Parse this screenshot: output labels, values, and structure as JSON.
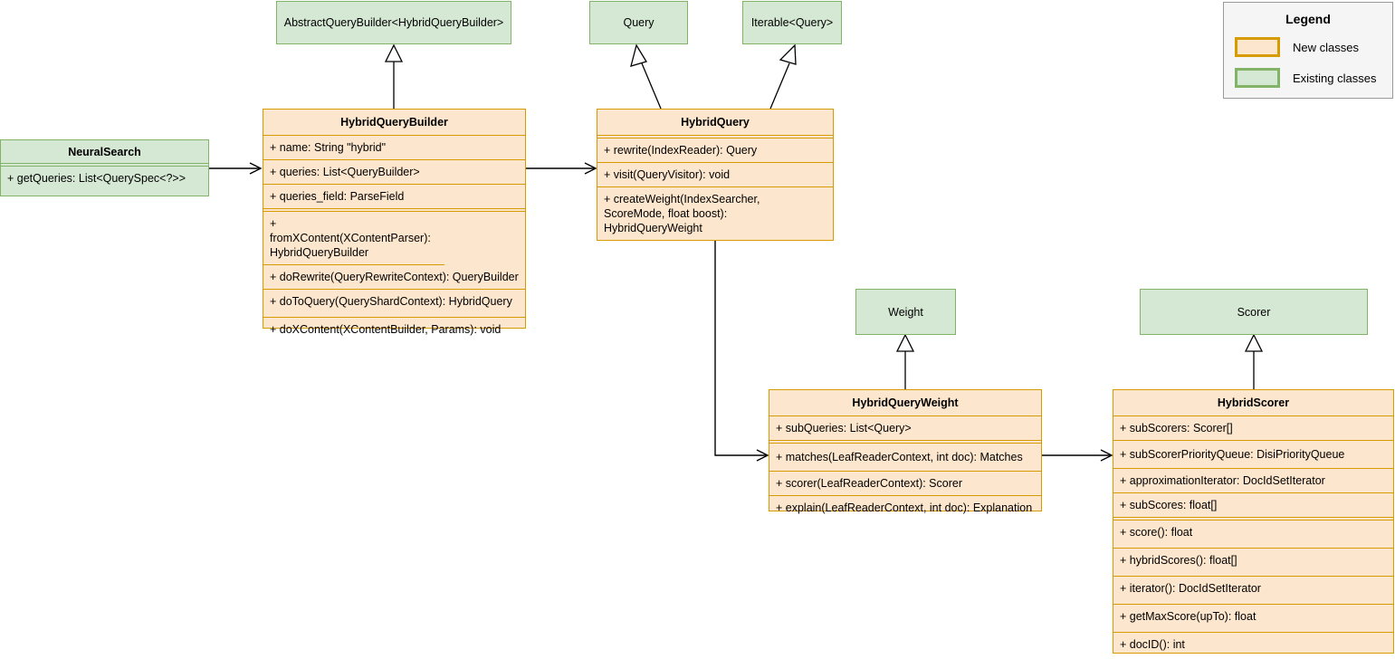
{
  "diagram": {
    "title": "Hybrid Query UML class diagram",
    "colors": {
      "new_fill": "#fce6cd",
      "new_border": "#d79b00",
      "existing_fill": "#d5e8d4",
      "existing_border": "#82b366",
      "legend_bg": "#f5f5f5",
      "legend_border": "#999999",
      "edge": "#000000"
    }
  },
  "legend": {
    "title": "Legend",
    "items": [
      {
        "label": "New classes",
        "swatch": "new-classes-swatch"
      },
      {
        "label": "Existing classes",
        "swatch": "existing-classes-swatch"
      }
    ]
  },
  "classes": {
    "abstract_query_builder": {
      "name": "AbstractQueryBuilder<HybridQueryBuilder>",
      "kind": "existing"
    },
    "query": {
      "name": "Query",
      "kind": "existing"
    },
    "iterable_query": {
      "name": "Iterable<Query>",
      "kind": "existing"
    },
    "weight": {
      "name": "Weight",
      "kind": "existing"
    },
    "scorer": {
      "name": "Scorer",
      "kind": "existing"
    },
    "neural_search": {
      "name": "NeuralSearch",
      "kind": "existing",
      "attributes": [],
      "methods": [
        "+ getQueries: List<QuerySpec<?>>"
      ]
    },
    "hybrid_query_builder": {
      "name": "HybridQueryBuilder",
      "kind": "new",
      "attributes": [
        "+ name: String \"hybrid\"",
        "+ queries: List<QueryBuilder>",
        "+ queries_field: ParseField"
      ],
      "methods": [
        "+ fromXContent(XContentParser): HybridQueryBuilder",
        "+ doRewrite(QueryRewriteContext): QueryBuilder",
        "+ doToQuery(QueryShardContext): HybridQuery",
        "+ doXContent(XContentBuilder, Params): void"
      ]
    },
    "hybrid_query": {
      "name": "HybridQuery",
      "kind": "new",
      "attributes": [],
      "methods": [
        "+ rewrite(IndexReader): Query",
        "+ visit(QueryVisitor): void",
        "+ createWeight(IndexSearcher, ScoreMode, float boost): HybridQueryWeight"
      ]
    },
    "hybrid_query_weight": {
      "name": "HybridQueryWeight",
      "kind": "new",
      "attributes": [
        "+ subQueries: List<Query>"
      ],
      "methods": [
        "+ matches(LeafReaderContext, int doc): Matches",
        "+ scorer(LeafReaderContext): Scorer",
        "+ explain(LeafReaderContext, int doc): Explanation"
      ]
    },
    "hybrid_scorer": {
      "name": "HybridScorer",
      "kind": "new",
      "attributes": [
        "+ subScorers: Scorer[]",
        "+ subScorerPriorityQueue: DisiPriorityQueue",
        "+ approximationIterator: DocIdSetIterator",
        "+ subScores: float[]"
      ],
      "methods": [
        "+ score(): float",
        "+ hybridScores(): float[]",
        "+ iterator(): DocIdSetIterator",
        "+ getMaxScore(upTo): float",
        "+ docID(): int"
      ]
    }
  },
  "relationships": [
    {
      "from": "HybridQueryBuilder",
      "to": "AbstractQueryBuilder<HybridQueryBuilder>",
      "type": "inheritance"
    },
    {
      "from": "HybridQuery",
      "to": "Query",
      "type": "inheritance"
    },
    {
      "from": "HybridQuery",
      "to": "Iterable<Query>",
      "type": "inheritance"
    },
    {
      "from": "HybridQueryWeight",
      "to": "Weight",
      "type": "inheritance"
    },
    {
      "from": "HybridScorer",
      "to": "Scorer",
      "type": "inheritance"
    },
    {
      "from": "NeuralSearch",
      "to": "HybridQueryBuilder",
      "type": "association"
    },
    {
      "from": "HybridQueryBuilder",
      "to": "HybridQuery",
      "type": "association"
    },
    {
      "from": "HybridQuery",
      "to": "HybridQueryWeight",
      "type": "association"
    },
    {
      "from": "HybridQueryWeight",
      "to": "HybridScorer",
      "type": "association"
    }
  ]
}
